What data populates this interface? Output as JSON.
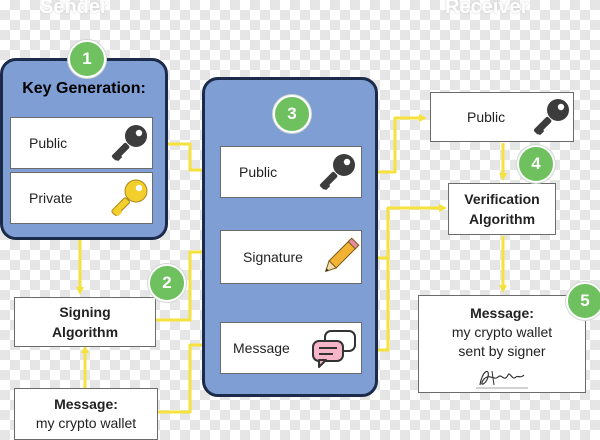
{
  "headers": {
    "left": "Sender",
    "right": "Receiver"
  },
  "badges": [
    "1",
    "2",
    "3",
    "4",
    "5"
  ],
  "key_generation": {
    "title": "Key Generation:",
    "public_label": "Public",
    "private_label": "Private"
  },
  "signing": {
    "line1": "Signing",
    "line2": "Algorithm"
  },
  "message_source": {
    "title": "Message:",
    "text": "my crypto wallet"
  },
  "middle": {
    "public_label": "Public",
    "signature_label": "Signature",
    "message_label": "Message"
  },
  "receiver_public": {
    "label": "Public"
  },
  "verification": {
    "line1": "Verification",
    "line2": "Algorithm"
  },
  "result": {
    "title": "Message:",
    "line1": "my crypto wallet",
    "line2": "sent by signer"
  },
  "icons": {
    "public_key": "dark-key-icon",
    "private_key": "gold-key-icon",
    "signature": "pencil-icon",
    "message": "chat-bubbles-icon",
    "signer": "signature-scribble-icon"
  },
  "colors": {
    "panel": "#7f9fd4",
    "panel_border": "#1c2b4a",
    "badge": "#6fc05f",
    "arrow": "#f5e23c",
    "gold_key": "#f3cf2c",
    "dark_key": "#3c3c3c"
  }
}
